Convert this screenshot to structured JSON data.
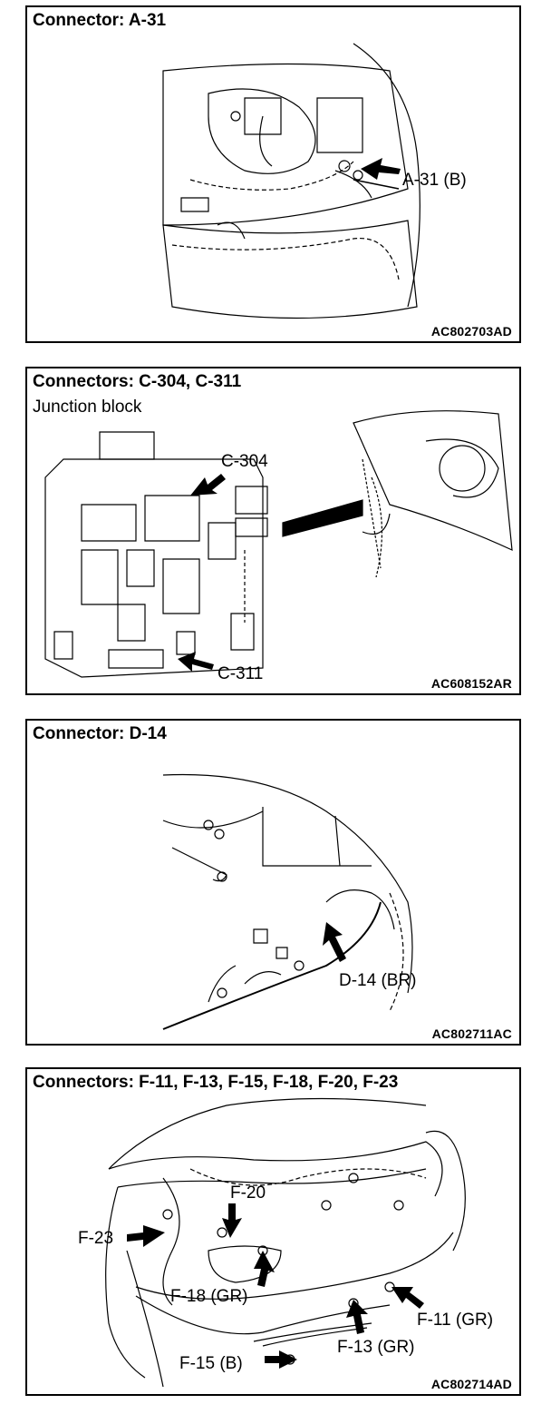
{
  "panels": [
    {
      "title": "Connector: A-31",
      "callouts": [
        "A-31 (B)"
      ],
      "code": "AC802703AD"
    },
    {
      "title": "Connectors: C-304, C-311",
      "subtitle": "Junction block",
      "callouts": [
        "C-304",
        "C-311"
      ],
      "code": "AC608152AR"
    },
    {
      "title": "Connector: D-14",
      "callouts": [
        "D-14 (BR)"
      ],
      "code": "AC802711AC"
    },
    {
      "title": "Connectors: F-11, F-13, F-15, F-18, F-20, F-23",
      "callouts": [
        "F-20",
        "F-23",
        "F-18 (GR)",
        "F-11 (GR)",
        "F-13 (GR)",
        "F-15 (B)"
      ],
      "code": "AC802714AD"
    }
  ]
}
